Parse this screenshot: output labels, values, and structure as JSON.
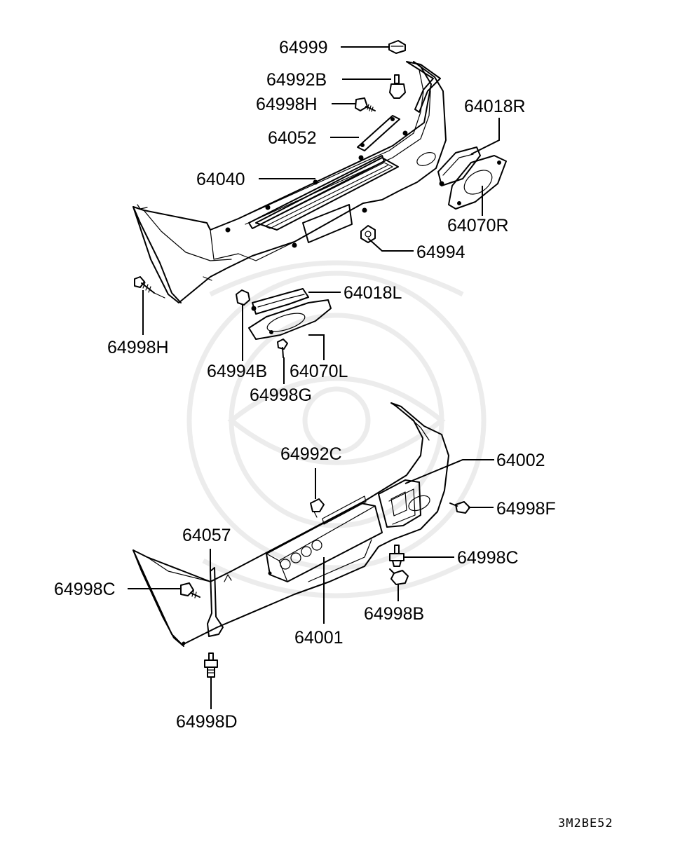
{
  "diagram": {
    "code": "3M2BE52",
    "labels": {
      "p64999": "64999",
      "p64992b": "64992B",
      "p64998h_top": "64998H",
      "p64052": "64052",
      "p64018r": "64018R",
      "p64040": "64040",
      "p64070r": "64070R",
      "p64994": "64994",
      "p64018l": "64018L",
      "p64998h_left": "64998H",
      "p64994b": "64994B",
      "p64070l": "64070L",
      "p64998g": "64998G",
      "p64992c": "64992C",
      "p64002": "64002",
      "p64998f": "64998F",
      "p64057": "64057",
      "p64998c_right": "64998C",
      "p64998c_left": "64998C",
      "p64998b": "64998B",
      "p64001": "64001",
      "p64998d": "64998D"
    }
  }
}
